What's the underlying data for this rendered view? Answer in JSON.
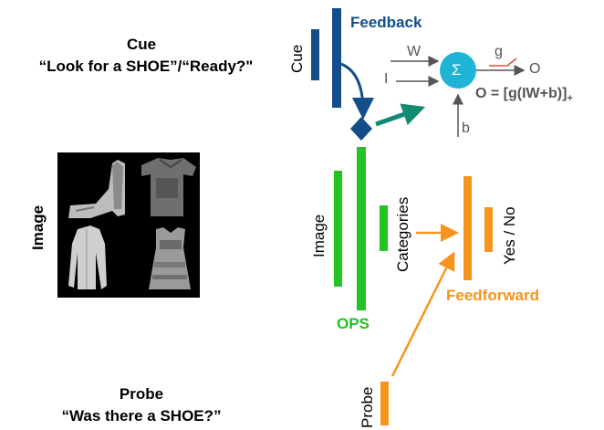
{
  "left": {
    "cue_title": "Cue",
    "cue_text": "“Look for a SHOE”/“Ready?\"",
    "image_label": "Image",
    "probe_title": "Probe",
    "probe_text": "“Was there a SHOE?”"
  },
  "diagram": {
    "cue_label": "Cue",
    "feedback_label": "Feedback",
    "neuron": {
      "w_label": "W",
      "i_label": "I",
      "g_label": "g",
      "o_label": "O",
      "b_label": "b",
      "sigma": "Σ",
      "formula_main": "O = [g(IW+b)]",
      "formula_sub": "+"
    },
    "image_label": "Image",
    "categories_label": "Categories",
    "ops_label": "OPS",
    "yesno_label": "Yes / No",
    "feedforward_label": "Feedforward",
    "probe_label": "Probe"
  },
  "colors": {
    "feedback": "#134e8a",
    "ops": "#22c322",
    "feedforward": "#f7941d",
    "neuron": "#1fb4d6",
    "teal_arrow": "#138a74",
    "g_line": "#e8483c"
  }
}
